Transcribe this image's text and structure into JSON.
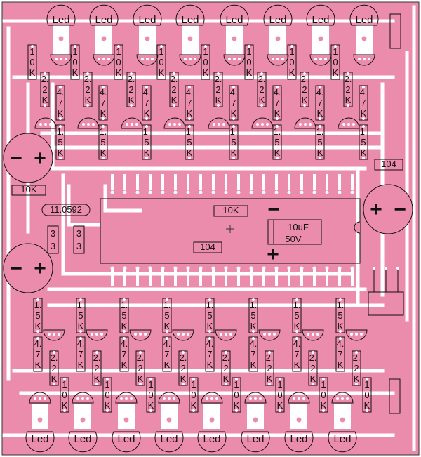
{
  "board": {
    "background": "#ec8cad",
    "trace": "#ffffff",
    "outline": "#111111"
  },
  "labels": {
    "led": "Led",
    "r10k": [
      "1",
      "0",
      "K"
    ],
    "r22k": [
      "2.",
      "2",
      "K"
    ],
    "r47k": [
      "4.",
      "7",
      "K"
    ],
    "r15k": [
      "1.",
      "5",
      "K"
    ],
    "r10k_inline": "10K",
    "crystal": "11.0592",
    "cap33": [
      "3",
      "3"
    ],
    "cap104": "104",
    "cap10uf": "10uF",
    "cap50v": "50V",
    "minus": "−",
    "plus": "+"
  }
}
